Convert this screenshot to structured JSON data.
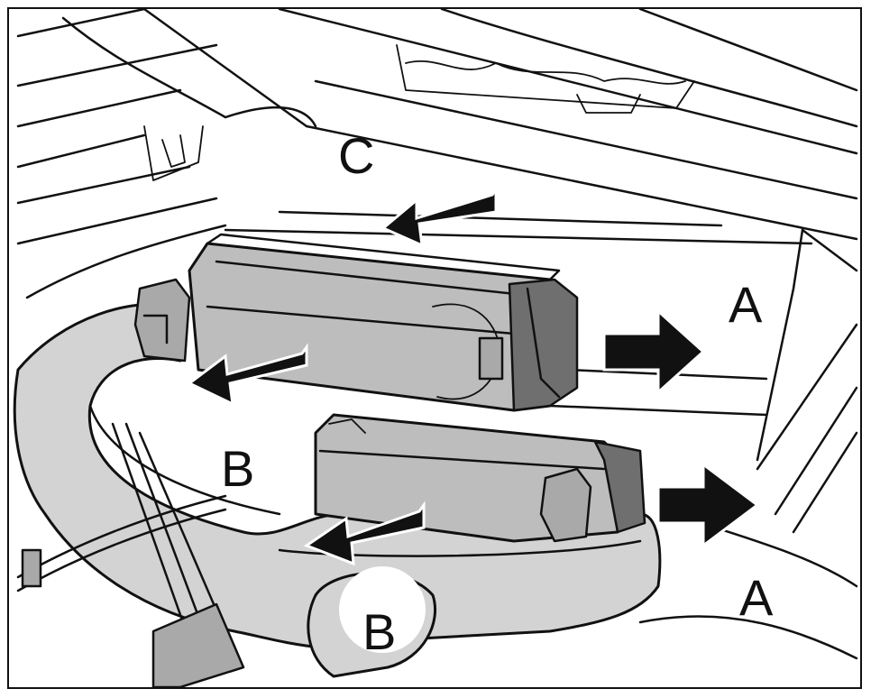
{
  "labels": {
    "c": "C",
    "a_upper": "A",
    "a_lower": "A",
    "b_left": "B",
    "b_lower": "B"
  },
  "colors": {
    "line": "#111111",
    "module_fill": "#bdbdbd",
    "hose_fill": "#d3d3d3",
    "cap_fill": "#6f6f6f",
    "arrow_fill": "#111111"
  },
  "icons": {
    "arrow": "removal-direction-arrow",
    "module": "battery-module",
    "clip": "retaining-clip"
  }
}
